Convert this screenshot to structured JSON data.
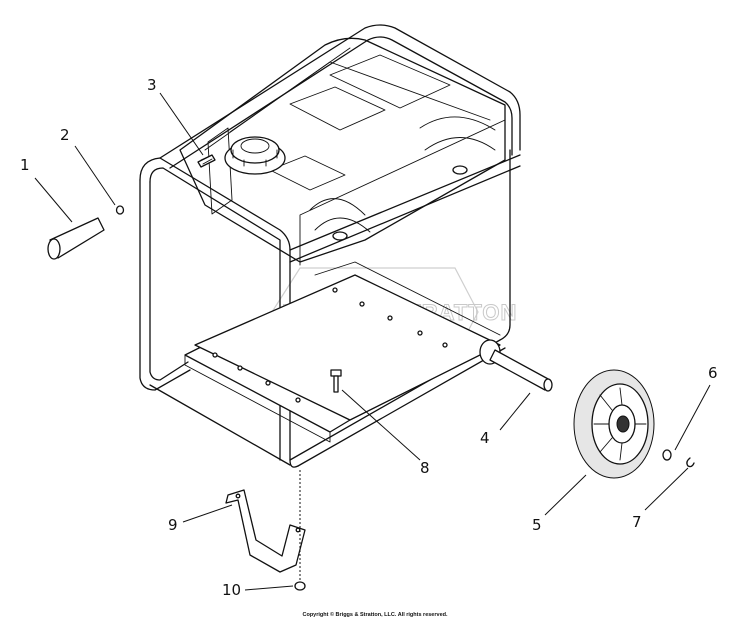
{
  "watermark": "BRIGGS&STRATTON",
  "callouts": [
    {
      "id": "1",
      "label": "1"
    },
    {
      "id": "2",
      "label": "2"
    },
    {
      "id": "3",
      "label": "3"
    },
    {
      "id": "4",
      "label": "4"
    },
    {
      "id": "5",
      "label": "5"
    },
    {
      "id": "6",
      "label": "6"
    },
    {
      "id": "7",
      "label": "7"
    },
    {
      "id": "8",
      "label": "8"
    },
    {
      "id": "9",
      "label": "9"
    },
    {
      "id": "10",
      "label": "10"
    }
  ],
  "copyright": "Copyright © Briggs & Stratton, LLC. All rights reserved."
}
